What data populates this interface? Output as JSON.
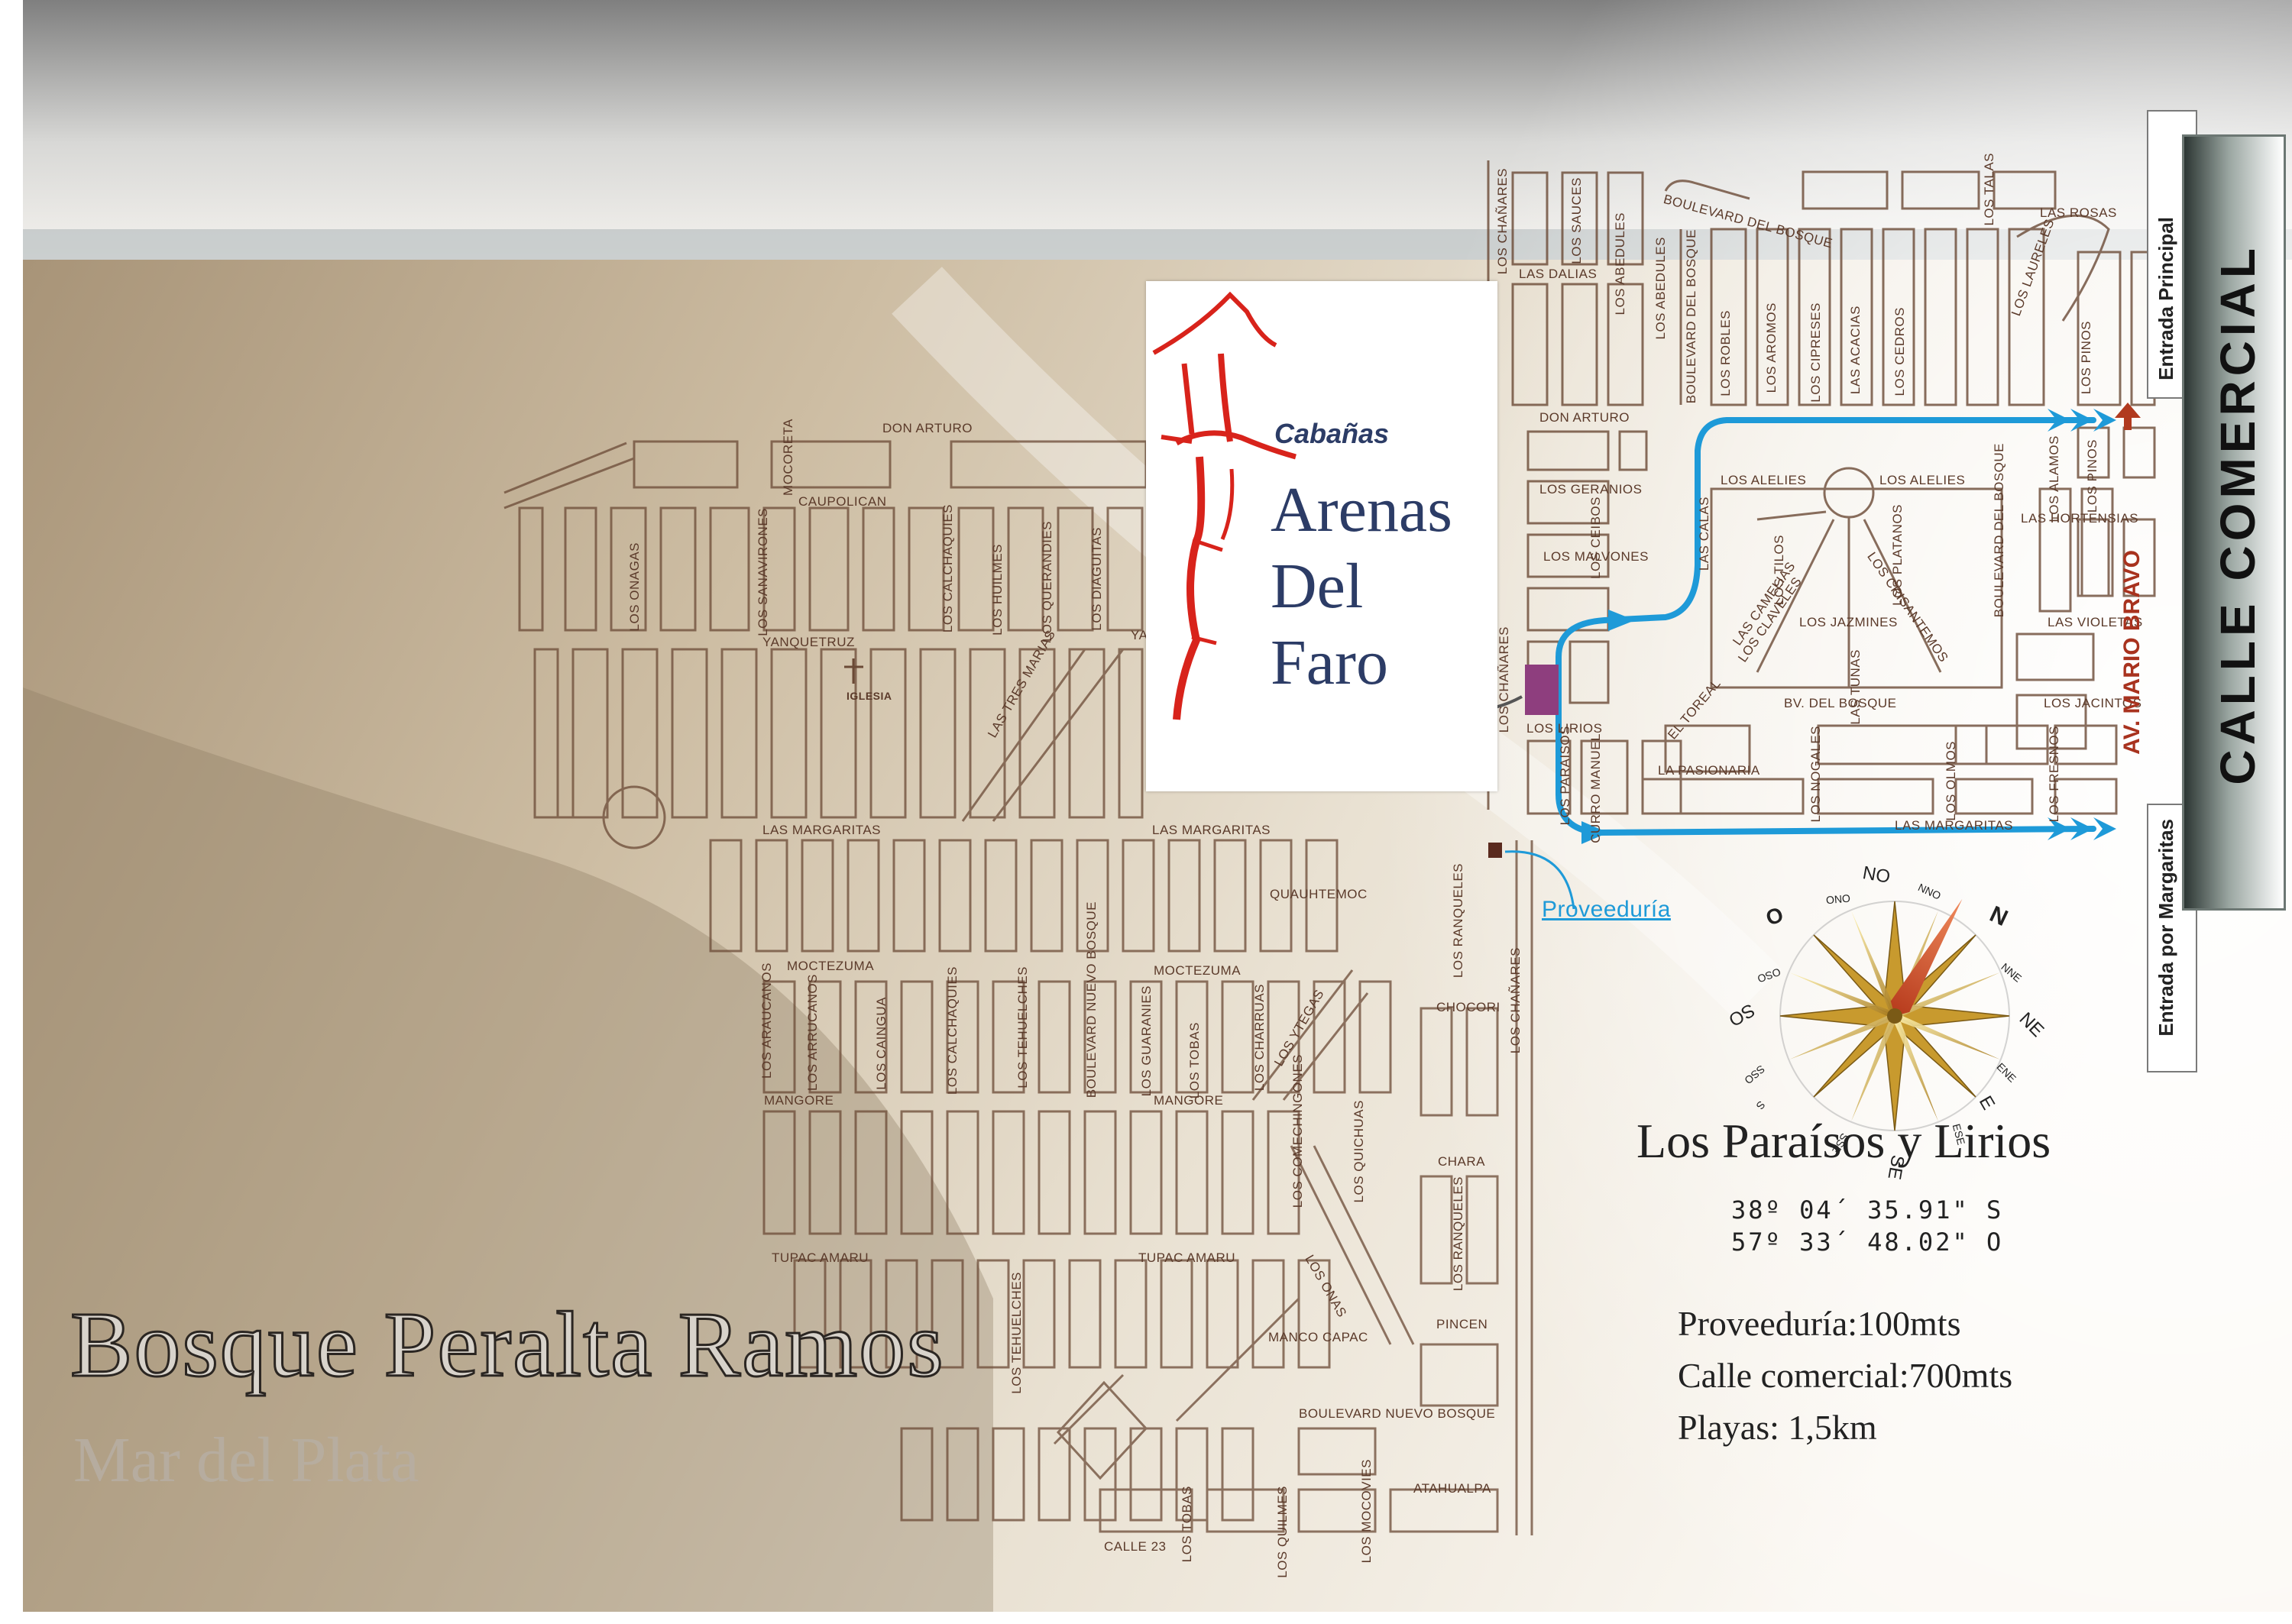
{
  "colors": {
    "sand": "#c9b89e",
    "street_ink": "#6b4a36",
    "route_blue": "#1e9ad8",
    "marker_purple": "#8e3e7e",
    "logo_red": "#d8231b",
    "logo_navy": "#2c3c66",
    "panel_dark": "#2c3633"
  },
  "logo": {
    "small": "Cabañas",
    "line1": "Arenas",
    "line2": "Del",
    "line3": "Faro"
  },
  "map": {
    "proveeduria_label": "Proveeduría",
    "church_label": "IGLESIA",
    "horizontal_streets": [
      {
        "name": "DON ARTURO",
        "key": "don-arturo-west"
      },
      {
        "name": "CAUPOLICAN",
        "key": "caupolican"
      },
      {
        "name": "YANQUETRUZ",
        "key": "yanquetruz"
      },
      {
        "name": "YA",
        "key": "yanquetruz-stub"
      },
      {
        "name": "LAS MARGARITAS",
        "key": "margaritas-west"
      },
      {
        "name": "LAS MARGARITAS",
        "key": "margaritas-mid"
      },
      {
        "name": "QUAUHTEMOC",
        "key": "quauhtemoc"
      },
      {
        "name": "MOCTEZUMA",
        "key": "moctezuma-west"
      },
      {
        "name": "MOCTEZUMA",
        "key": "moctezuma-mid"
      },
      {
        "name": "MANGORE",
        "key": "mangore-west"
      },
      {
        "name": "MANGORE",
        "key": "mangore-mid"
      },
      {
        "name": "CHOCORI",
        "key": "chocori"
      },
      {
        "name": "CHARA",
        "key": "chara"
      },
      {
        "name": "TUPAC AMARU",
        "key": "tupac-amaru"
      },
      {
        "name": "TUPAC AMARU",
        "key": "tupac-amaru-west"
      },
      {
        "name": "PINCEN",
        "key": "pincen"
      },
      {
        "name": "MANCO CAPAC",
        "key": "manco-capac"
      },
      {
        "name": "BOULEVARD NUEVO BOSQUE",
        "key": "blvd-nuevo-bosque-h"
      },
      {
        "name": "ATAHUALPA",
        "key": "atahualpa"
      },
      {
        "name": "CALLE 23",
        "key": "calle-23"
      },
      {
        "name": "DON ARTURO",
        "key": "don-arturo-east"
      },
      {
        "name": "LOS GERANIOS",
        "key": "geranios"
      },
      {
        "name": "LOS MALVONES",
        "key": "malvones"
      },
      {
        "name": "LAS DALIAS",
        "key": "dalias"
      },
      {
        "name": "LOS ALELIES",
        "key": "alelies-1"
      },
      {
        "name": "LOS ALELIES",
        "key": "alelies-2"
      },
      {
        "name": "LAS ROSAS",
        "key": "rosas"
      },
      {
        "name": "LAS HORTENSIAS",
        "key": "hortensias"
      },
      {
        "name": "LOS JAZMINES",
        "key": "jazmines"
      },
      {
        "name": "LAS VIOLETAS",
        "key": "violetas"
      },
      {
        "name": "BV. DEL BOSQUE",
        "key": "bv-del-bosque"
      },
      {
        "name": "LOS JACINTOS",
        "key": "jacintos"
      },
      {
        "name": "LOS LIRIOS",
        "key": "lirios"
      },
      {
        "name": "LA PASIONARIA",
        "key": "pasionaria"
      },
      {
        "name": "LAS MARGARITAS",
        "key": "margaritas-east"
      },
      {
        "name": "BOULEVARD DEL BOSQUE",
        "key": "blvd-del-bosque-curve"
      }
    ],
    "vertical_streets": [
      {
        "name": "MOCORETA",
        "key": "mocoreta"
      },
      {
        "name": "LOS SANAVIRONES",
        "key": "sanavirones"
      },
      {
        "name": "LOS ONAGAS",
        "key": "onagas"
      },
      {
        "name": "LOS CALCHAQUIES",
        "key": "calchaquies-north"
      },
      {
        "name": "LOS HUILMES",
        "key": "huilmes"
      },
      {
        "name": "LOS QUERANDIES",
        "key": "querandies"
      },
      {
        "name": "LOS DIAGUITAS",
        "key": "diaguitas"
      },
      {
        "name": "LAS TRES MARIAS",
        "key": "tres-marias"
      },
      {
        "name": "LOS ARAUCANOS",
        "key": "araucanos"
      },
      {
        "name": "LOS ARRUCANOS",
        "key": "arrucanos"
      },
      {
        "name": "LOS CAINGUA",
        "key": "caingua"
      },
      {
        "name": "LOS CALCHAQUIES",
        "key": "calchaquies-south"
      },
      {
        "name": "LOS TEHUELCHES",
        "key": "tehuelches-1"
      },
      {
        "name": "BOULEVARD NUEVO BOSQUE",
        "key": "blvd-nuevo-bosque-v"
      },
      {
        "name": "LOS GUARANIES",
        "key": "guaranies"
      },
      {
        "name": "LOS TOBAS",
        "key": "tobas"
      },
      {
        "name": "LOS CHARRUAS",
        "key": "charruas"
      },
      {
        "name": "LOS YTEGAS",
        "key": "ytegas"
      },
      {
        "name": "LOS COMECHINGONES",
        "key": "comechingones"
      },
      {
        "name": "LOS QUICHUAS",
        "key": "quichuas"
      },
      {
        "name": "LOS RANQUELES",
        "key": "ranqueles-1"
      },
      {
        "name": "LOS RANQUELES",
        "key": "ranqueles-2"
      },
      {
        "name": "LOS CHAÑARES",
        "key": "chanares-south"
      },
      {
        "name": "LOS TEHUELCHES",
        "key": "tehuelches-2"
      },
      {
        "name": "LOS ONAS",
        "key": "onas"
      },
      {
        "name": "LOS TOBAS",
        "key": "tobas-south"
      },
      {
        "name": "LOS QUILMES",
        "key": "quilmes-south"
      },
      {
        "name": "LOS MOCOVIES",
        "key": "mocovies"
      },
      {
        "name": "LOS CHAÑARES",
        "key": "chanares-north"
      },
      {
        "name": "LOS SAUCES",
        "key": "sauces"
      },
      {
        "name": "LOS ABEDULES",
        "key": "abedules-1"
      },
      {
        "name": "LOS ABEDULES",
        "key": "abedules-2"
      },
      {
        "name": "BOULEVARD DEL BOSQUE",
        "key": "blvd-del-bosque-v1"
      },
      {
        "name": "LOS ROBLES",
        "key": "robles"
      },
      {
        "name": "LOS AROMOS",
        "key": "aromos"
      },
      {
        "name": "LOS CIPRESES",
        "key": "cipreses"
      },
      {
        "name": "LAS ACACIAS",
        "key": "acacias"
      },
      {
        "name": "LOS CEDROS",
        "key": "cedros"
      },
      {
        "name": "LOS TALAS",
        "key": "talas"
      },
      {
        "name": "LOS PINOS",
        "key": "pinos-1"
      },
      {
        "name": "LOS ALAMOS",
        "key": "alamos"
      },
      {
        "name": "LOS PINOS",
        "key": "pinos-2"
      },
      {
        "name": "BOULEVARD DEL BOSQUE",
        "key": "blvd-del-bosque-v2"
      },
      {
        "name": "LOS CLAVELES",
        "key": "claveles"
      },
      {
        "name": "LOS TILOS",
        "key": "tilos"
      },
      {
        "name": "LOS CRISANTEMOS",
        "key": "crisantemos"
      },
      {
        "name": "LOS PLATANOS",
        "key": "platanos"
      },
      {
        "name": "LAS TUNAS",
        "key": "tunas"
      },
      {
        "name": "LOS NOGALES",
        "key": "nogales"
      },
      {
        "name": "LOS OLMOS",
        "key": "olmos"
      },
      {
        "name": "LOS FRESNOS",
        "key": "fresnos"
      },
      {
        "name": "EL TOREAL",
        "key": "toreal"
      },
      {
        "name": "CURRO MANUEL",
        "key": "curro-manuel"
      },
      {
        "name": "LOS PARAISOS",
        "key": "paraisos"
      },
      {
        "name": "LOS CHAÑARES",
        "key": "chanares-mid"
      },
      {
        "name": "LAS CAMELIAS",
        "key": "camelias"
      },
      {
        "name": "LOS CEIBOS",
        "key": "ceibos"
      },
      {
        "name": "LAS CALAS",
        "key": "calas"
      },
      {
        "name": "LOS LAURELES",
        "key": "laureles"
      }
    ],
    "avenue_label": "AV. MARIO BRAVO",
    "entrance_main": "Entrada Principal",
    "entrance_margaritas": "Entrada por Margaritas",
    "commercial_street": "CALLE COMERCIAL"
  },
  "compass": {
    "points": [
      "N",
      "NNE",
      "NE",
      "ENE",
      "E",
      "ESE",
      "SE",
      "SSE",
      "S",
      "SSO",
      "SO",
      "OSO",
      "O",
      "ONO",
      "NO",
      "NNO"
    ]
  },
  "info": {
    "title": "Los Paraísos y Lirios",
    "lat": "38º 04´ 35.91\" S",
    "lon": "57º 33´ 48.02\" O",
    "distances": [
      "Proveeduría:100mts",
      "Calle comercial:700mts",
      "Playas: 1,5km"
    ]
  },
  "area": {
    "name": "Bosque Peralta Ramos",
    "city": "Mar del Plata"
  }
}
